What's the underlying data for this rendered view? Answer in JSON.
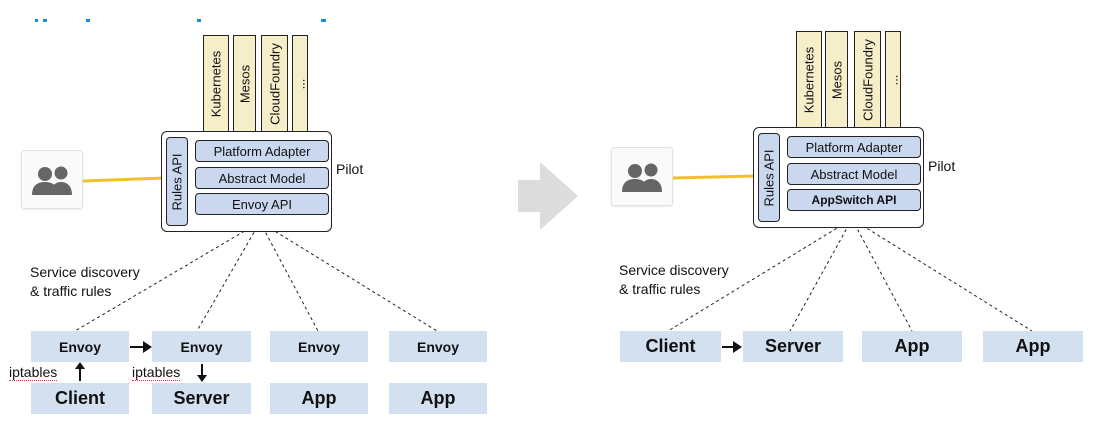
{
  "left": {
    "platforms": [
      "Kubernetes",
      "Mesos",
      "CloudFoundry",
      "..."
    ],
    "pilot": {
      "side_label": "Rules API",
      "layers": [
        "Platform Adapter",
        "Abstract Model",
        "Envoy API"
      ],
      "name": "Pilot"
    },
    "annotation": [
      "Service discovery",
      "& traffic rules"
    ],
    "proxies": [
      "Envoy",
      "Envoy",
      "Envoy",
      "Envoy"
    ],
    "apps": [
      "Client",
      "Server",
      "App",
      "App"
    ],
    "iptables_labels": [
      "iptables",
      "iptables"
    ]
  },
  "right": {
    "platforms": [
      "Kubernetes",
      "Mesos",
      "CloudFoundry",
      "..."
    ],
    "pilot": {
      "side_label": "Rules API",
      "layers": [
        "Platform Adapter",
        "Abstract Model",
        "AppSwitch API"
      ],
      "name": "Pilot"
    },
    "annotation": [
      "Service discovery",
      "& traffic rules"
    ],
    "apps": [
      "Client",
      "Server",
      "App",
      "App"
    ]
  },
  "icons": {
    "users": "users-icon",
    "transition": "right-arrow-icon"
  },
  "colors": {
    "layer_fill": "#c9d8ee",
    "node_fill": "#d2e0f0",
    "platform_fill": "#f5eec9",
    "connector": "#f0c030",
    "arrow_gray": "#dcdcdc",
    "cropped_text": "#1e88e5"
  }
}
